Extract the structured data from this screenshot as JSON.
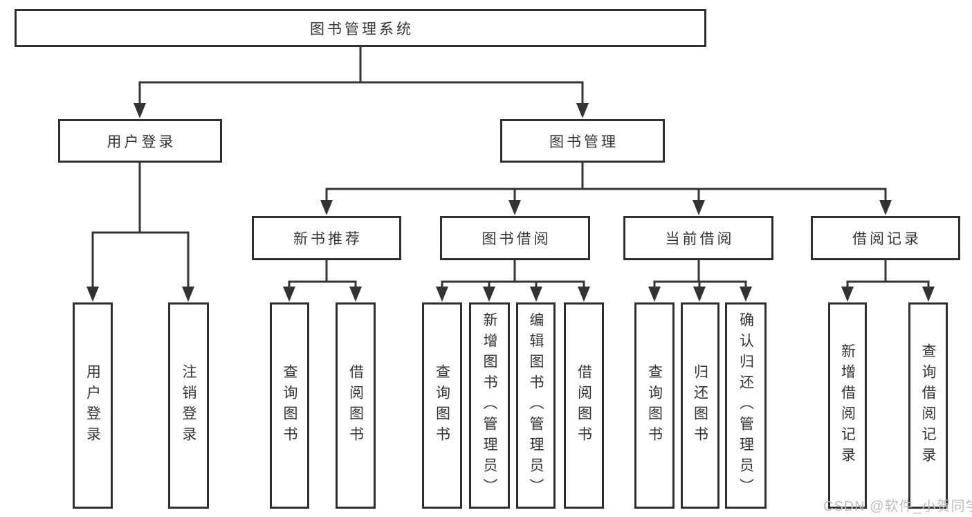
{
  "tree": {
    "root": {
      "label": "图书管理系统",
      "children": [
        {
          "label": "用户登录",
          "children": [
            {
              "label": "用户登录"
            },
            {
              "label": "注销登录"
            }
          ]
        },
        {
          "label": "图书管理",
          "children": [
            {
              "label": "新书推荐",
              "children": [
                {
                  "label": "查询图书"
                },
                {
                  "label": "借阅图书"
                }
              ]
            },
            {
              "label": "图书借阅",
              "children": [
                {
                  "label": "查询图书"
                },
                {
                  "label": "新增图书（管理员）"
                },
                {
                  "label": "编辑图书（管理员）"
                },
                {
                  "label": "借阅图书"
                }
              ]
            },
            {
              "label": "当前借阅",
              "children": [
                {
                  "label": "查询图书"
                },
                {
                  "label": "归还图书"
                },
                {
                  "label": "确认归还（管理员）"
                }
              ]
            },
            {
              "label": "借阅记录",
              "children": [
                {
                  "label": "新增借阅记录"
                },
                {
                  "label": "查询借阅记录"
                }
              ]
            }
          ]
        }
      ]
    }
  },
  "watermark": {
    "label": "CSDN @软件_小贺同学"
  },
  "colors": {
    "background": "#ffffff",
    "box_border": "#2f2f2f",
    "connector_line": "#333333",
    "text": "#333333",
    "watermark_text": "#bdbdbd"
  }
}
